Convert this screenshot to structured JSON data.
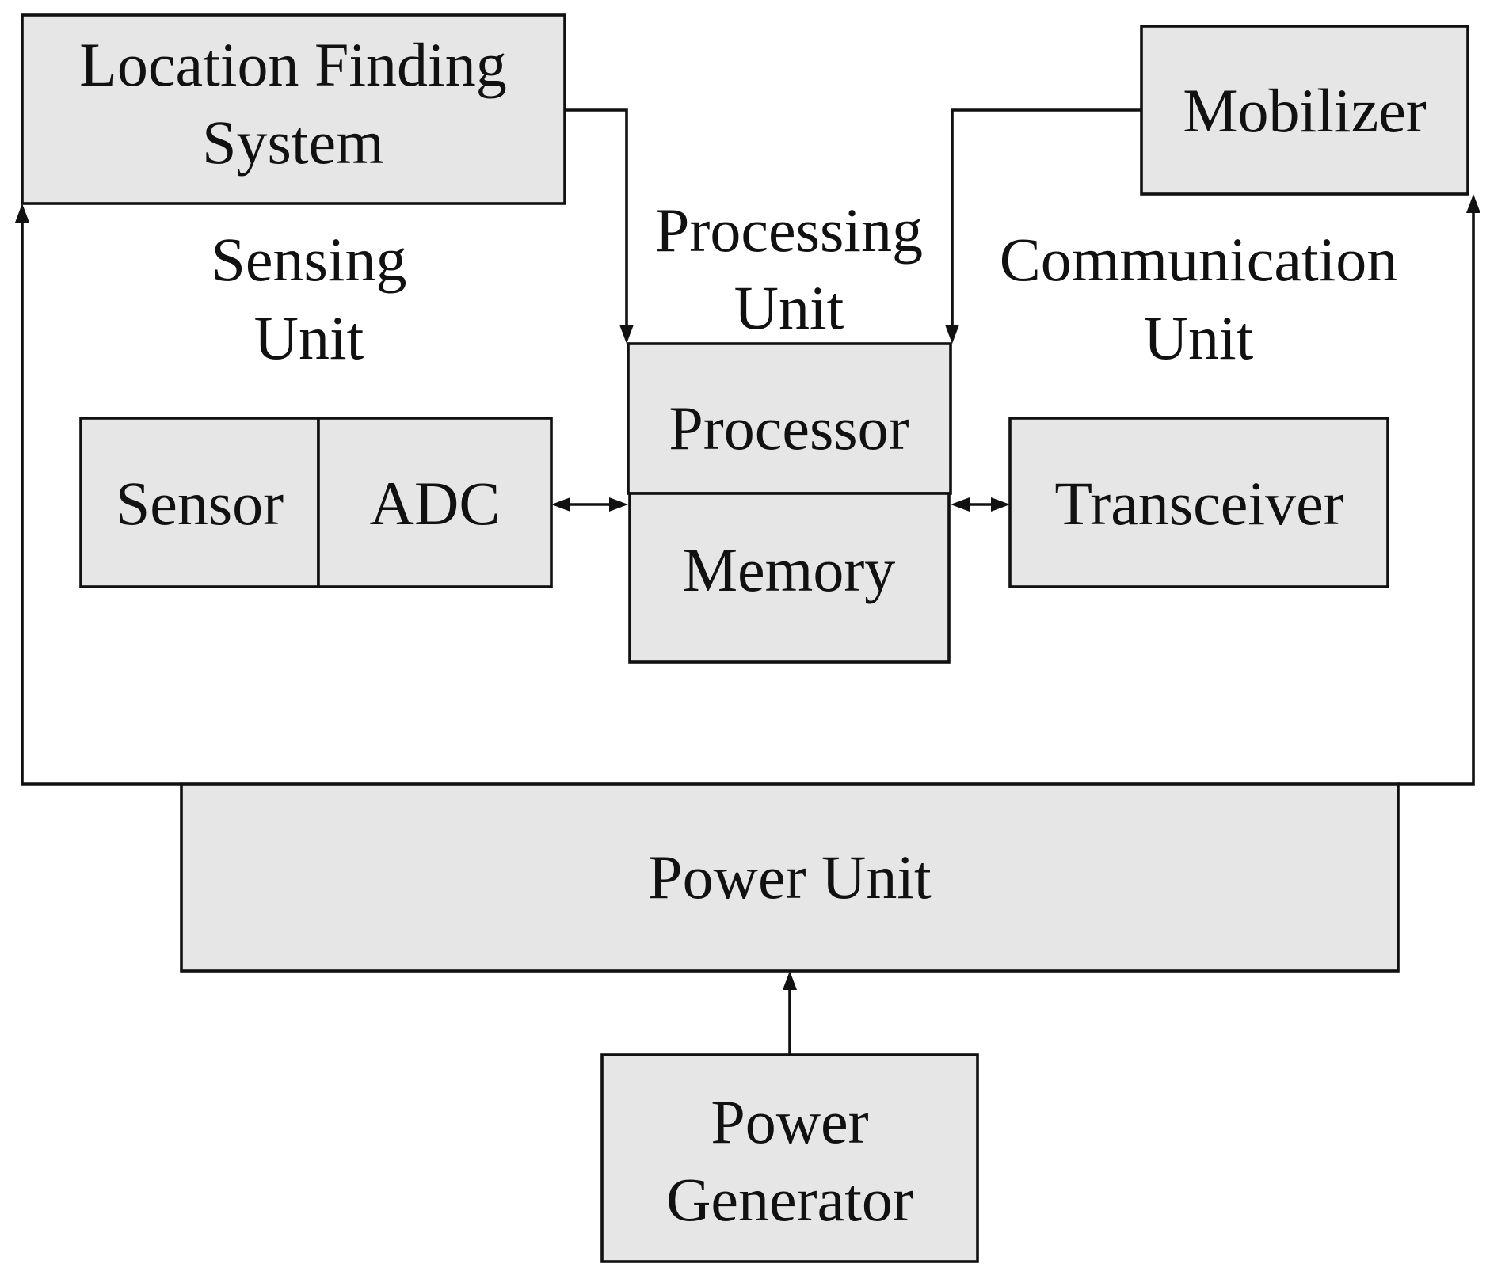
{
  "diagram": {
    "blocks": {
      "location_finding": {
        "lines": [
          "Location Finding",
          "System"
        ]
      },
      "mobilizer": {
        "lines": [
          "Mobilizer"
        ]
      },
      "sensor": {
        "lines": [
          "Sensor"
        ]
      },
      "adc": {
        "lines": [
          "ADC"
        ]
      },
      "processor": {
        "lines": [
          "Processor"
        ]
      },
      "memory": {
        "lines": [
          "Memory"
        ]
      },
      "transceiver": {
        "lines": [
          "Transceiver"
        ]
      },
      "power_unit": {
        "lines": [
          "Power Unit"
        ]
      },
      "power_generator": {
        "lines": [
          "Power",
          "Generator"
        ]
      }
    },
    "group_labels": {
      "sensing_unit": [
        "Sensing",
        "Unit"
      ],
      "processing_unit": [
        "Processing",
        "Unit"
      ],
      "communication_unit": [
        "Communication",
        "Unit"
      ]
    },
    "colors": {
      "block_fill": "#e6e6e6",
      "stroke": "#111111"
    }
  }
}
